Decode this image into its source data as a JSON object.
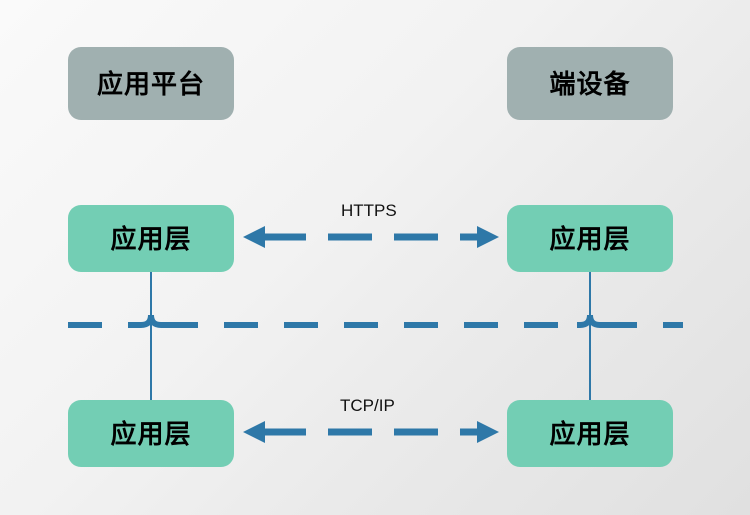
{
  "diagram": {
    "title_hint": "protocol-stack-communication-diagram",
    "colors": {
      "header_box": "#a0b0b0",
      "layer_box": "#73ceb4",
      "connector": "#2e78a8",
      "text": "#000000",
      "background_start": "#fafafa",
      "background_end": "#e0e0e0"
    },
    "columns": [
      {
        "id": "platform",
        "header": "应用平台"
      },
      {
        "id": "device",
        "header": "端设备"
      }
    ],
    "nodes": [
      {
        "id": "app-left",
        "label": "应用层"
      },
      {
        "id": "app-right",
        "label": "应用层"
      },
      {
        "id": "net-left",
        "label": "应用层"
      },
      {
        "id": "net-right",
        "label": "应用层"
      }
    ],
    "connections": [
      {
        "id": "https",
        "label": "HTTPS",
        "style": "dashed",
        "arrows": "both",
        "from": "app-left",
        "to": "app-right"
      },
      {
        "id": "tcpip",
        "label": "TCP/IP",
        "style": "dashed",
        "arrows": "both",
        "from": "net-left",
        "to": "net-right"
      },
      {
        "id": "boundary",
        "label": "",
        "style": "dashed",
        "arrows": "none",
        "from": "left-edge",
        "to": "right-edge"
      },
      {
        "id": "stack-left",
        "label": "",
        "style": "solid",
        "arrows": "none",
        "from": "app-left",
        "to": "net-left"
      },
      {
        "id": "stack-right",
        "label": "",
        "style": "solid",
        "arrows": "none",
        "from": "app-right",
        "to": "net-right"
      }
    ]
  }
}
